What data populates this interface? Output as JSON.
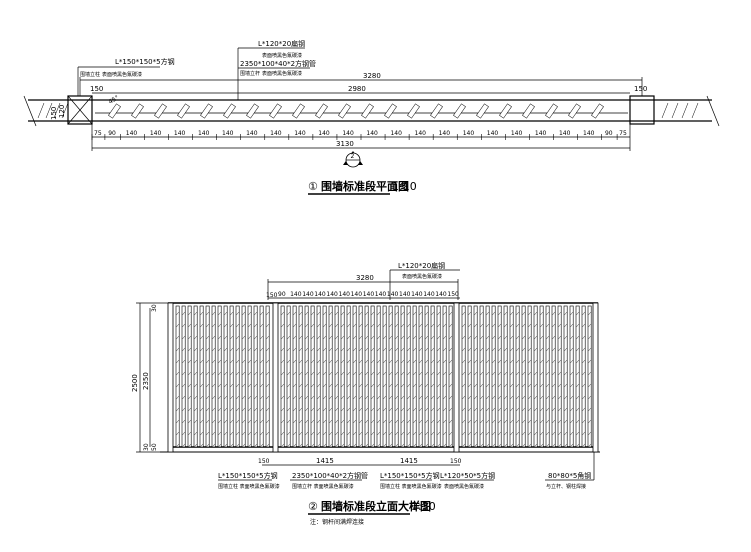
{
  "plan": {
    "callout_top": "L*120*20扁钢",
    "callout_top_sub": "表面喷黑色氟碳漆",
    "callout_mid": "2350*100*40*2方钢管",
    "callout_mid_sub_a": "围墙立杆",
    "callout_mid_sub_b": "表面喷黑色氟碳漆",
    "callout_left": "L*150*150*5方钢",
    "callout_left_sub_a": "围墙立柱",
    "callout_left_sub_b": "表面喷黑色氟碳漆",
    "dim_overall": "3280",
    "dim_inner": "2980",
    "dim_end_left": "150",
    "dim_end_right": "150",
    "dim_bottom_total": "3130",
    "side_dims": [
      "150",
      "120"
    ],
    "angle_mark": "45°",
    "spacing_row": [
      "75",
      "90",
      "140",
      "140",
      "140",
      "140",
      "140",
      "140",
      "140",
      "140",
      "140",
      "140",
      "140",
      "140",
      "140",
      "140",
      "140",
      "140",
      "140",
      "140",
      "140",
      "140",
      "90",
      "75"
    ],
    "section_marker": "2",
    "title_num": "①",
    "title": "围墙标准段平面图",
    "scale": "1:10"
  },
  "elevation": {
    "callout_top": "L*120*20扁钢",
    "callout_top_sub": "表面喷黑色氟碳漆",
    "dim_overall": "3280",
    "spacing_row": [
      "90",
      "140",
      "140",
      "140",
      "140",
      "140",
      "140",
      "140",
      "140",
      "140",
      "140",
      "140",
      "140",
      "140",
      "150"
    ],
    "spacing_first": "150",
    "height_total": "2500",
    "height_inner": "2350",
    "height_top": "30",
    "height_bottom_a": "30",
    "height_bottom_b": "50",
    "bottom_dims": [
      "150",
      "1415",
      "1415",
      "150"
    ],
    "callouts_bottom": [
      {
        "label": "L*150*150*5方钢",
        "sub": "围墙立柱  表面喷黑色氟碳漆"
      },
      {
        "label": "2350*100*40*2方钢管",
        "sub": "围墙立杆  表面喷黑色氟碳漆"
      },
      {
        "label": "L*150*150*5方钢",
        "sub": "围墙立柱  表面喷黑色氟碳漆"
      },
      {
        "label": "L*120*50*5方钢",
        "sub": "表面喷黑色氟碳漆"
      },
      {
        "label": "80*80*5角钢",
        "sub": "与立杆、钢柱焊接"
      }
    ],
    "title_num": "②",
    "title": "围墙标准段立面大样图",
    "scale": "1:30",
    "note": "注：钢杆间满焊连接"
  }
}
